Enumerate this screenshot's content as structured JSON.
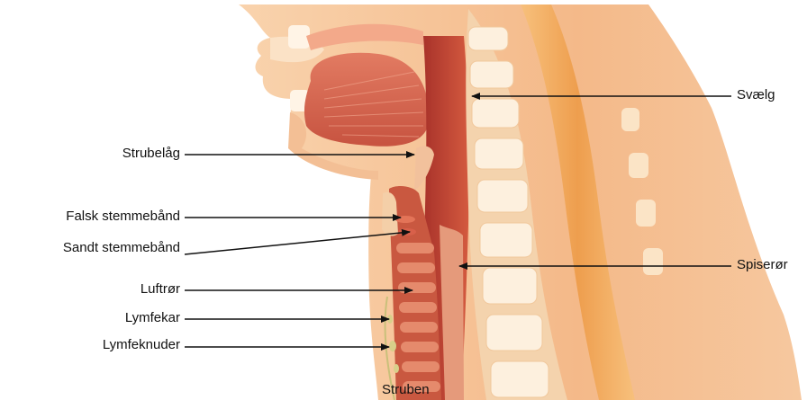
{
  "labels": {
    "svaelg": "Svælg",
    "strubelaag": "Strubelåg",
    "falsk": "Falsk stemmebånd",
    "sandt": "Sandt stemmebånd",
    "spiseroer": "Spiserør",
    "luftroer": "Luftrør",
    "lymfekar": "Lymfekar",
    "lymfeknuder": "Lymfeknuder",
    "struben": "Struben"
  },
  "colors": {
    "skin": "#f6c69a",
    "skin_light": "#fbdcbd",
    "muscle": "#d9674f",
    "muscle_dark": "#b8402f",
    "pharynx": "#c94a35",
    "bone": "#fbe9cf",
    "spine_cord": "#f0a860",
    "arrow": "#111111"
  }
}
